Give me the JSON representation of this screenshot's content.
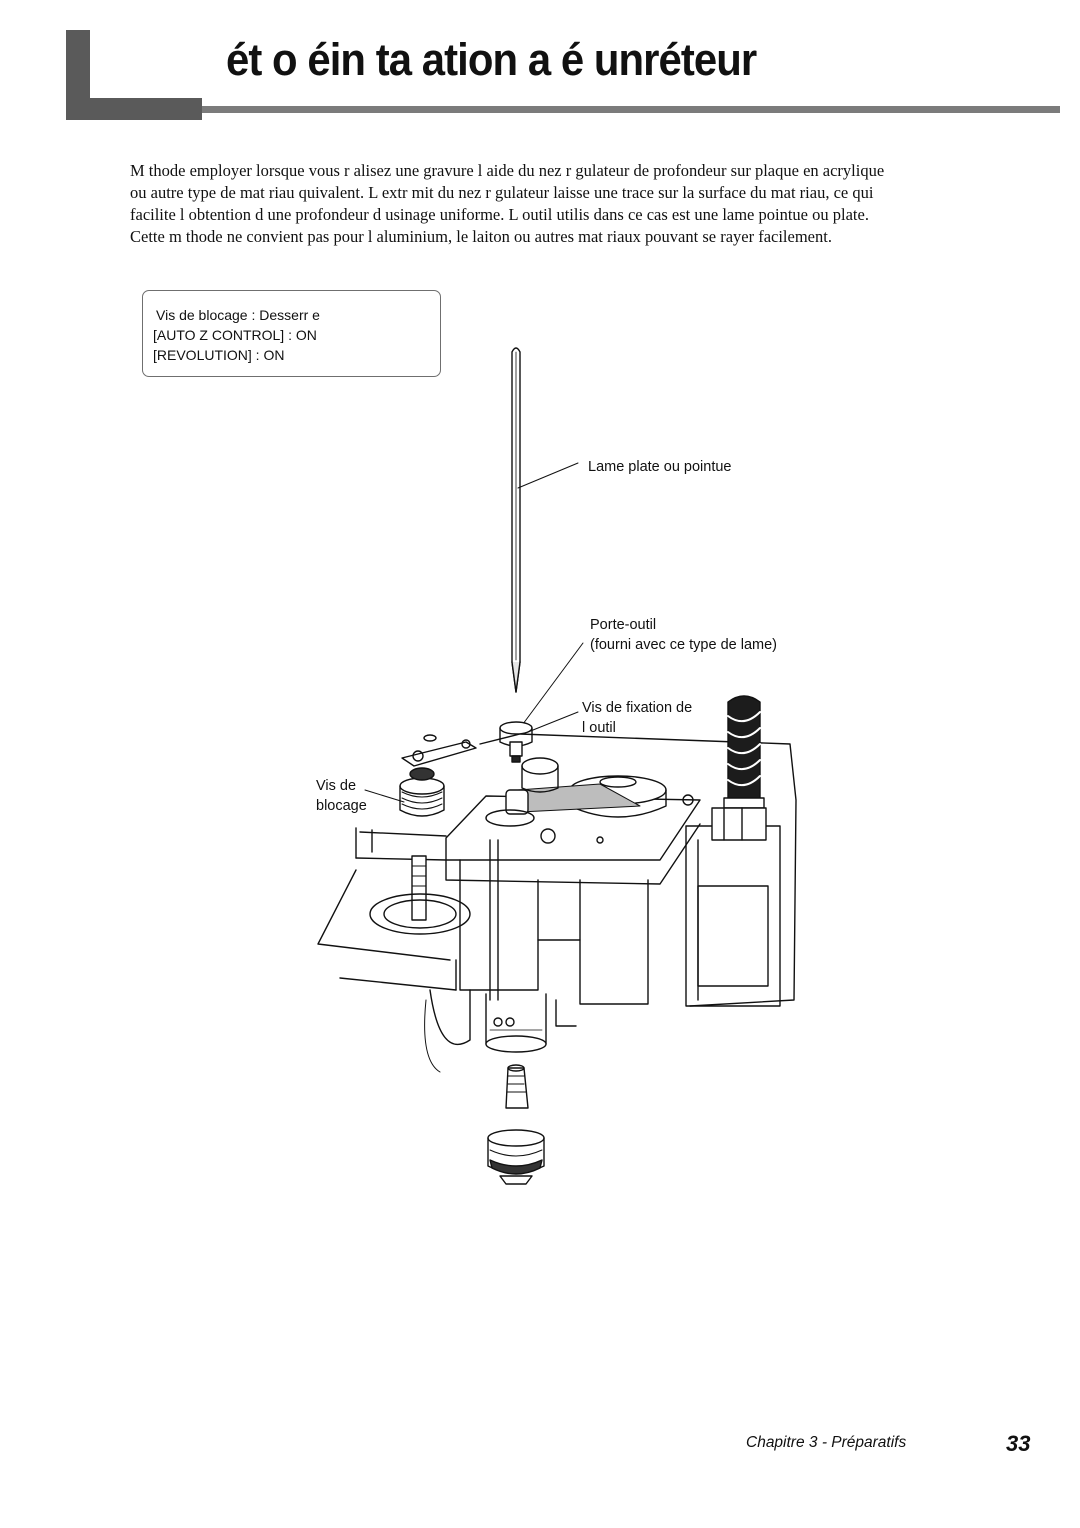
{
  "page": {
    "title": "ét o éin ta ation a é unréteur",
    "intro_lines": [
      "M thode   employer lorsque vous r alisez une gravure   l aide du nez r gulateur de profondeur sur plaque en acrylique",
      "ou autre type de mat riau  quivalent. L extr mit   du nez r gulateur laisse une trace sur la surface du mat riau, ce qui",
      "facilite l obtention d une profondeur d usinage uniforme. L outil utilis   dans ce cas est une lame pointue ou plate.",
      "Cette m thode ne convient pas pour l aluminium, le laiton ou autres mat riaux pouvant se rayer facilement."
    ]
  },
  "settings": {
    "line1": "Vis de blocage : Desserr  e",
    "line2": "[AUTO Z CONTROL] : ON",
    "line3": "[REVOLUTION] : ON"
  },
  "callouts": {
    "blade": "Lame plate ou pointue",
    "holder_1": "Porte-outil",
    "holder_2": "(fourni avec ce type de lame)",
    "fix_screw_1": "Vis de fixation de",
    "fix_screw_2": "l outil",
    "lock_screw_1": "Vis de",
    "lock_screw_2": "blocage"
  },
  "footer": {
    "chapter": "Chapitre 3 - Préparatifs",
    "page_number": "33"
  }
}
